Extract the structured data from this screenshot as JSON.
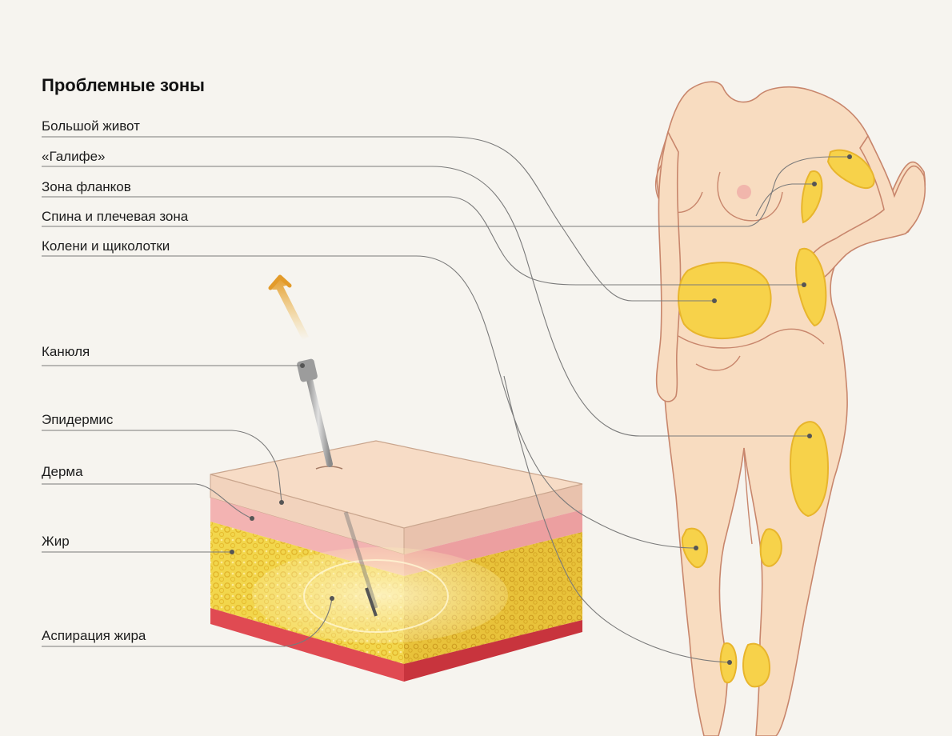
{
  "title": "Проблемные зоны",
  "problem_zones": [
    "Большой живот",
    "«Галифе»",
    "Зона фланков",
    "Спина и плечевая зона",
    "Колени и щиколотки"
  ],
  "skin_layers": [
    "Канюля",
    "Эпидермис",
    "Дерма",
    "Жир",
    "Аспирация жира"
  ],
  "colors": {
    "background": "#f6f4ef",
    "fat_zone": "#f7d24a",
    "skin": "#f8dcc0",
    "epidermis": "#f2d3bd",
    "dermis": "#f3b3b2",
    "fat_layer": "#f2d64c",
    "muscle": "#e04a52"
  },
  "icons": [
    "cannula-icon",
    "arrow-up-icon"
  ]
}
